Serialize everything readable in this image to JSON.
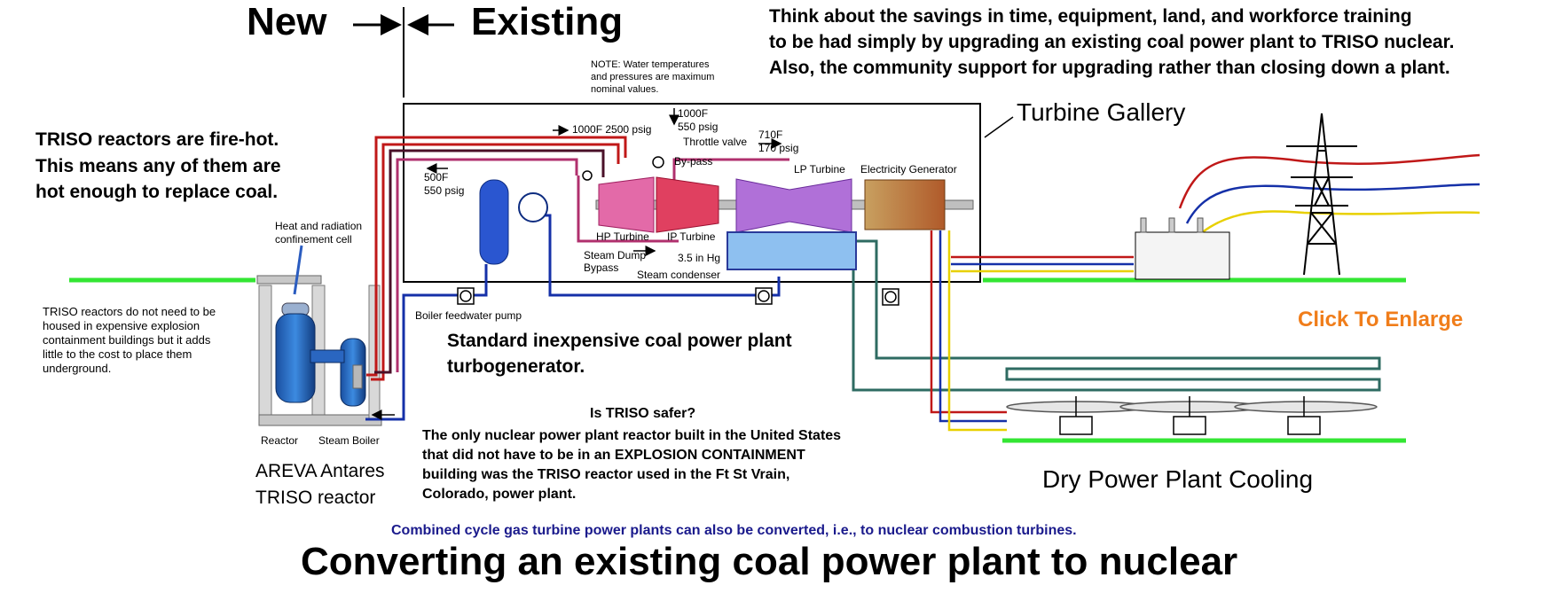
{
  "header": {
    "new_label": "New",
    "existing_label": "Existing"
  },
  "intro": {
    "line1": "Think about the savings in time, equipment, land, and workforce training",
    "line2": "to be had simply by upgrading an existing coal power plant to TRISO nuclear.",
    "line3": "Also, the community support for upgrading rather than closing down a plant."
  },
  "note": {
    "line1": "NOTE: Water temperatures",
    "line2": "and pressures are maximum",
    "line3": "nominal values."
  },
  "turbine_gallery": "Turbine Gallery",
  "fire_hot": {
    "line1": "TRISO reactors are fire-hot.",
    "line2": "This means any of them are",
    "line3": "hot enough to replace coal."
  },
  "heat_cell": {
    "line1": "Heat and radiation",
    "line2": "confinement cell"
  },
  "underground": {
    "line1": "TRISO reactors do not need to be",
    "line2": "housed in expensive explosion",
    "line3": "containment buildings but it adds",
    "line4": "little to the cost to place them",
    "line5": "underground."
  },
  "labels": {
    "steam_1000f": "1000F  2500 psig",
    "throttle_top1": "1000F",
    "throttle_top2": "550 psig",
    "throttle_valve": "Throttle valve",
    "bypass": "By-pass",
    "lp_in1": "710F",
    "lp_in2": "170 psig",
    "reheat1": "500F",
    "reheat2": "550 psig",
    "lp_turbine": "LP Turbine",
    "electricity_generator": "Electricity Generator",
    "hp_turbine": "HP Turbine",
    "ip_turbine": "IP Turbine",
    "steam_dump1": "Steam Dump",
    "steam_dump2": "Bypass",
    "vacuum": "3.5 in Hg",
    "steam_condenser": "Steam condenser",
    "boiler_pump": "Boiler feedwater pump",
    "reactor": "Reactor",
    "steam_boiler": "Steam Boiler"
  },
  "standard": {
    "line1": "Standard inexpensive coal power plant",
    "line2": "turbogenerator."
  },
  "click_to_enlarge": "Click To Enlarge",
  "areva": {
    "line1": "AREVA  Antares",
    "line2": "TRISO reactor"
  },
  "safer": {
    "title": "Is TRISO safer?",
    "line1": "The only nuclear power plant reactor built in the United States",
    "line2": "that did not have to be in an EXPLOSION CONTAINMENT",
    "line3": "building was the TRISO reactor used in the Ft St Vrain,",
    "line4": "Colorado, power plant."
  },
  "dry_cooling": "Dry Power Plant Cooling",
  "combined_cycle": "Combined cycle gas turbine power plants can also be converted, i.e., to nuclear combustion turbines.",
  "main_title": "Converting an existing coal power plant to nuclear",
  "colors": {
    "ground": "#33e633",
    "click": "#f07d1a",
    "combined": "#1a1a8c",
    "hot_pipe": "#c01818",
    "feed_pipe": "#1530a8",
    "cool_pipe": "#2e6b62",
    "pink_pipe": "#b0306e"
  }
}
